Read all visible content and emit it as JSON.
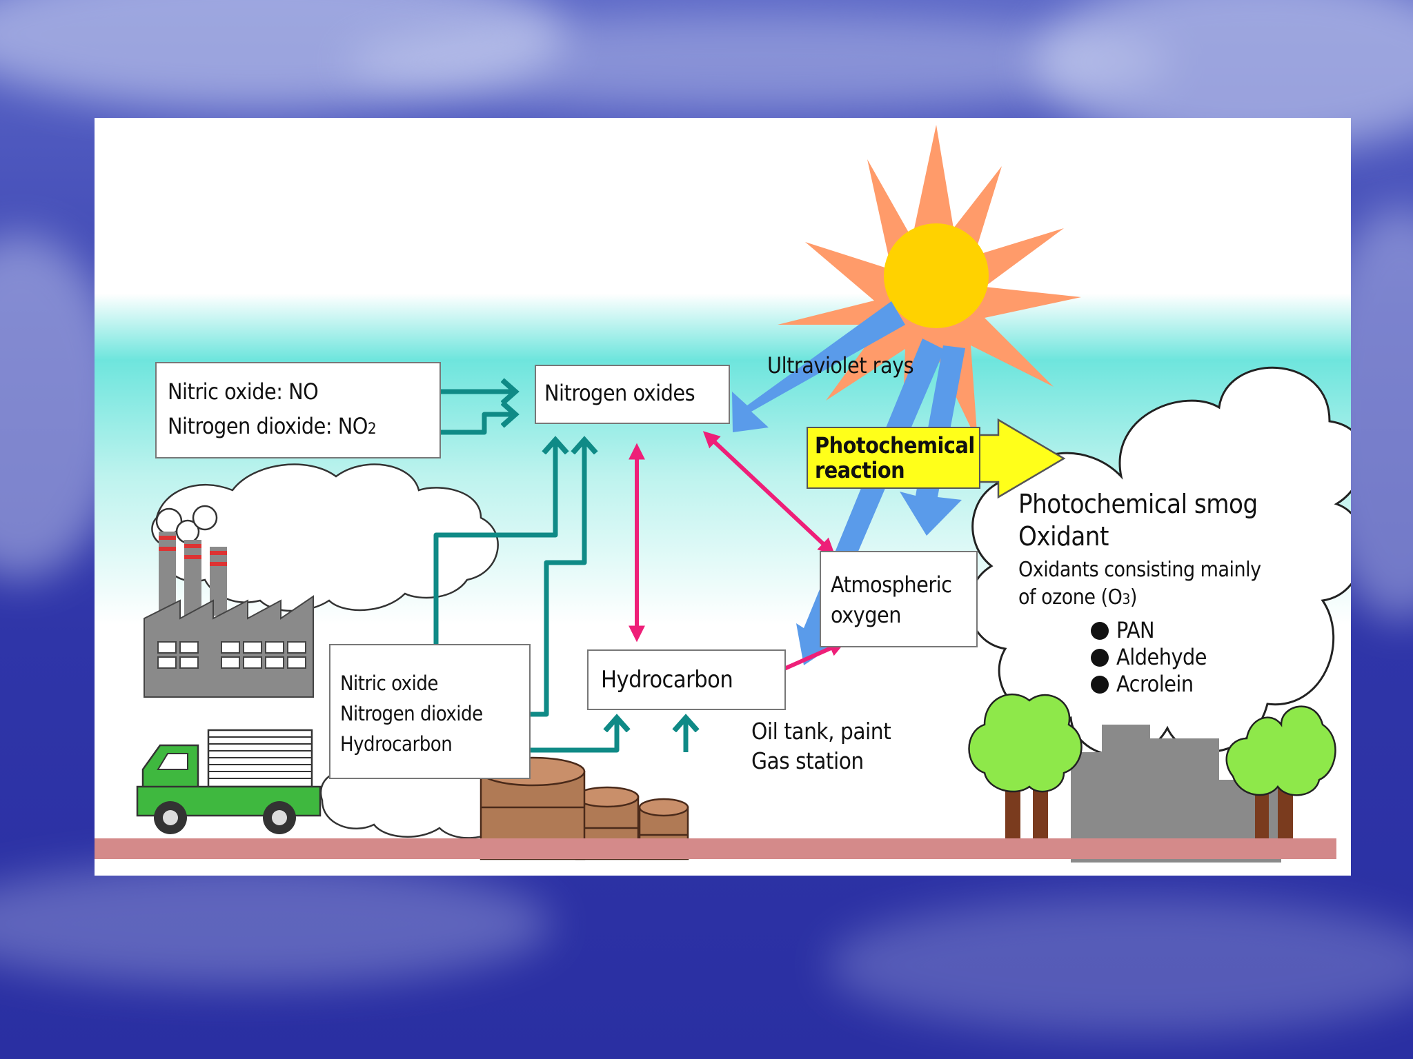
{
  "diagram": {
    "source_box": {
      "line1": "Nitric oxide: NO",
      "line2_prefix": "Nitrogen dioxide: NO",
      "line2_sub": "2"
    },
    "nitrogen_oxides": "Nitrogen oxides",
    "ultraviolet": "Ultraviolet rays",
    "photochemical_reaction": {
      "line1": "Photochemical",
      "line2": "reaction"
    },
    "smog": {
      "title": "Photochemical smog",
      "subtitle": "Oxidant",
      "desc1": "Oxidants consisting mainly",
      "desc2_prefix": "of ozone (O",
      "desc2_sub": "3",
      "desc2_suffix": ")",
      "items": [
        "PAN",
        "Aldehyde",
        "Acrolein"
      ]
    },
    "atmospheric_oxygen": {
      "line1": "Atmospheric",
      "line2": "oxygen"
    },
    "vehicle_box": [
      "Nitric oxide",
      "Nitrogen dioxide",
      "Hydrocarbon"
    ],
    "hydrocarbon": "Hydrocarbon",
    "oil_tank": {
      "line1": "Oil tank, paint",
      "line2": "Gas station"
    }
  },
  "colors": {
    "teal_arrow": "#0f8a86",
    "pink_arrow": "#ee1f78",
    "uv_arrow": "#5a9bea",
    "sun": "#ffd200",
    "sun_rays": "#ff9b6a",
    "truck": "#3fb83f",
    "tree": "#8ee84a",
    "ground": "#d48a8a",
    "sky": "#5fe0d8"
  }
}
